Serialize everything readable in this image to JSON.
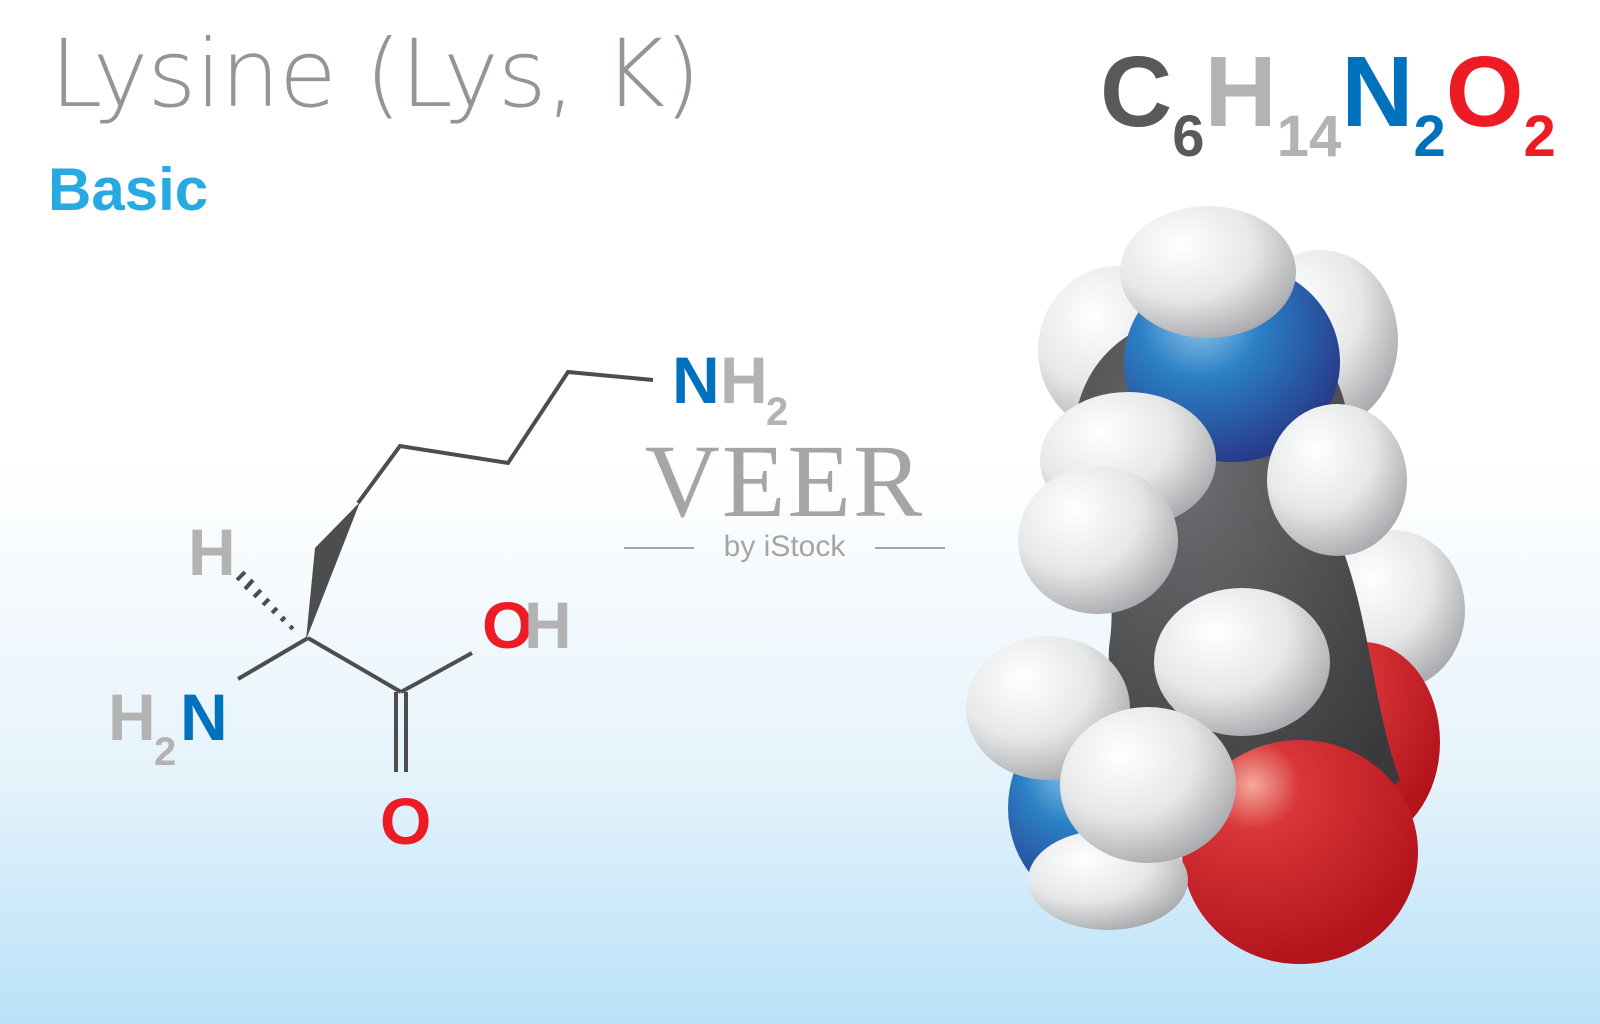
{
  "header": {
    "title": "Lysine (Lys, K)",
    "category": "Basic"
  },
  "formula": {
    "elements": [
      {
        "symbol": "C",
        "count": "6",
        "color": "#58595b"
      },
      {
        "symbol": "H",
        "count": "14",
        "color": "#b3b3b3"
      },
      {
        "symbol": "N",
        "count": "2",
        "color": "#0071bc"
      },
      {
        "symbol": "O",
        "count": "2",
        "color": "#ed1c24"
      }
    ]
  },
  "structure": {
    "labels": {
      "side_chain_amine": {
        "n": "N",
        "h": "H",
        "sub": "2"
      },
      "alpha_h": "H",
      "alpha_amine": {
        "h": "H",
        "sub": "2",
        "n": "N"
      },
      "hydroxyl": {
        "o": "O",
        "h": "H"
      },
      "carbonyl_o": "O"
    },
    "colors": {
      "bond": "#4d4d4d",
      "nitrogen": "#0071bc",
      "oxygen": "#ed1c24",
      "hydrogen": "#b3b3b3"
    }
  },
  "model": {
    "atom_colors": {
      "carbon": "#4a4a4c",
      "hydrogen": "#e6e7e8",
      "nitrogen": "#1f5fa8",
      "oxygen": "#c4161c"
    }
  },
  "watermark": {
    "main": "VEER",
    "sub": "by iStock"
  }
}
